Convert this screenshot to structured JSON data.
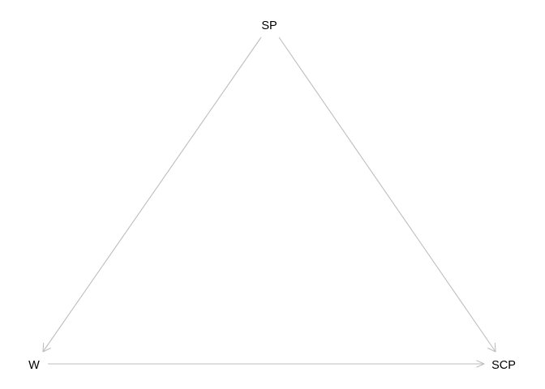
{
  "diagram": {
    "type": "directed-graph",
    "nodes": [
      {
        "id": "SP",
        "label": "SP"
      },
      {
        "id": "W",
        "label": "W"
      },
      {
        "id": "SCP",
        "label": "SCP"
      }
    ],
    "edges": [
      {
        "from": "SP",
        "to": "W"
      },
      {
        "from": "SP",
        "to": "SCP"
      },
      {
        "from": "W",
        "to": "SCP"
      }
    ],
    "colors": {
      "edge": "#bebebe",
      "label": "#000000",
      "background": "#ffffff"
    }
  }
}
